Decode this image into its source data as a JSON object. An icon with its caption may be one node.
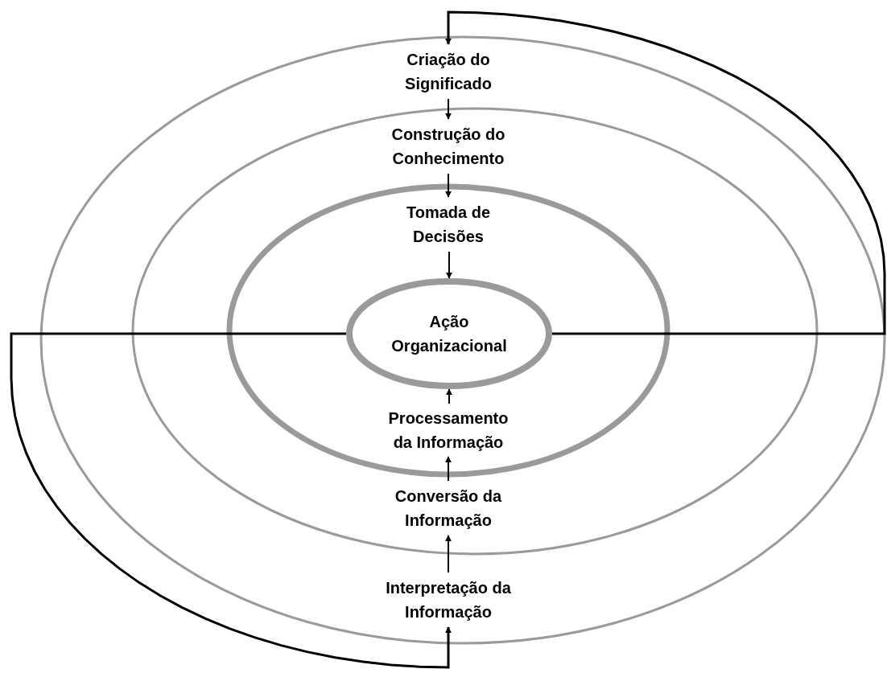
{
  "diagram": {
    "nodes": [
      {
        "text": [
          "Criação do Significado"
        ]
      },
      {
        "text": [
          "Construção do Conhecimento"
        ]
      },
      {
        "text": [
          "Tomada de Decisões"
        ]
      },
      {
        "text": [
          "Ação Organizacional"
        ]
      },
      {
        "text": [
          "Processamento da Informação"
        ]
      },
      {
        "text": [
          "Conversão da Informação"
        ]
      },
      {
        "text": [
          "Interpretação da Informação"
        ]
      }
    ],
    "edges": [
      {
        "from": 0,
        "to": 1,
        "arrow": "to"
      },
      {
        "from": 1,
        "to": 2,
        "arrow": "to"
      },
      {
        "from": 2,
        "to": 3,
        "arrow": "to"
      },
      {
        "from": 6,
        "to": 5,
        "arrow": "to"
      },
      {
        "from": 5,
        "to": 4,
        "arrow": "to"
      },
      {
        "from": 4,
        "to": 3,
        "arrow": "to"
      },
      {
        "from": 3,
        "to": 0,
        "arrow": "to"
      },
      {
        "from": 3,
        "to": 6,
        "arrow": "to"
      }
    ]
  }
}
